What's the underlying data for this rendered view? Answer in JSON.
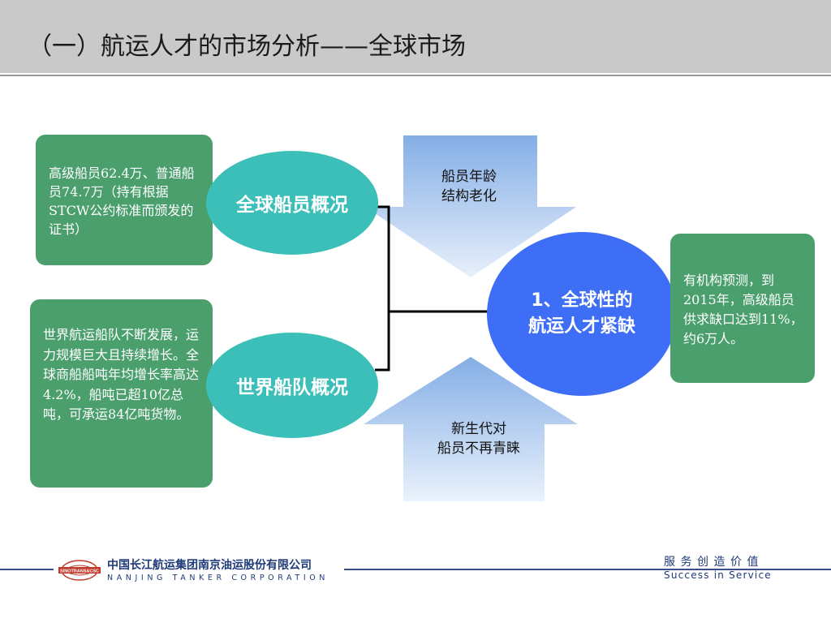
{
  "title": "（一）航运人才的市场分析——全球市场",
  "left_boxes": {
    "seafarers_text": "高级船员62.4万、普通船员74.7万（持有根据STCW公约标准而颁发的证书）",
    "fleet_text": "世界航运船队不断发展，运力规模巨大且持续增长。全球商船船吨年均增长率高达4.2%，船吨已超10亿总吨，可承运84亿吨货物。"
  },
  "ellipses": {
    "seafarers_label": "全球船员概况",
    "fleet_label": "世界船队概况",
    "center_line1": "1、全球性的",
    "center_line2": "航运人才紧缺"
  },
  "arrows": {
    "top_line1": "船员年龄",
    "top_line2": "结构老化",
    "bottom_line1": "新生代对",
    "bottom_line2": "船员不再青睐"
  },
  "right_box": {
    "forecast_text": "有机构预测，到2015年，高级船员供求缺口达到11%，约6万人。"
  },
  "footer": {
    "logo_text": "SINOTRANS&CSC",
    "company_cn": "中国长江航运集团南京油运股份有限公司",
    "company_en": "NANJING TANKER CORPORATION",
    "slogan_cn": "服务创造价值",
    "slogan_en": "Success in Service"
  },
  "colors": {
    "box_green": "#4a9f6d",
    "ellipse_teal": "#3cbfb9",
    "ellipse_blue": "#3e6ef6",
    "arrow_blue": "#8fb4e6",
    "brand_navy": "#1f3a78"
  }
}
